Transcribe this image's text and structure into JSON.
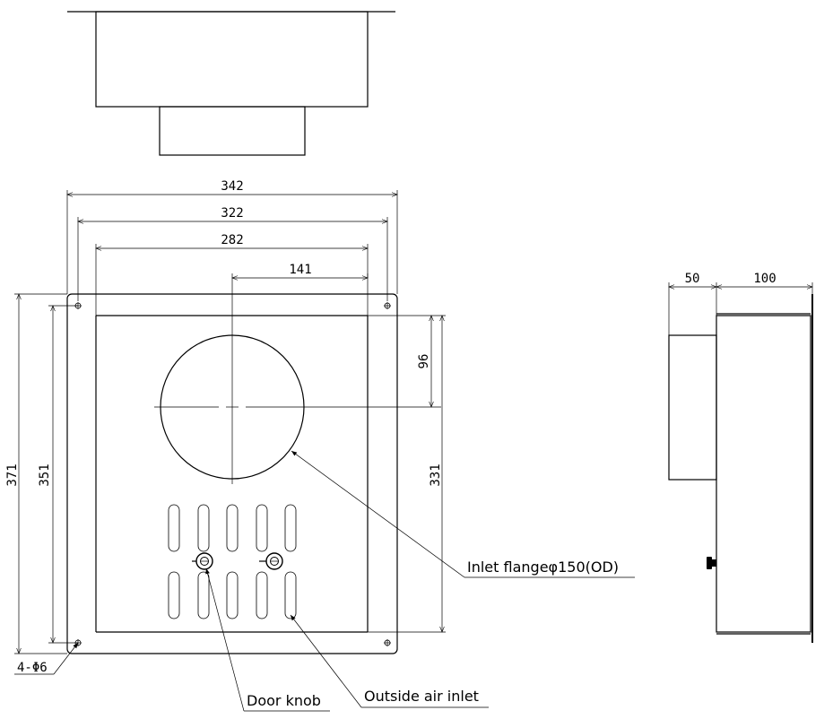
{
  "dimensions": {
    "d342": "342",
    "d322": "322",
    "d282": "282",
    "d141": "141",
    "d371": "371",
    "d351": "351",
    "d331": "331",
    "d96": "96",
    "d50": "50",
    "d100": "100",
    "holes": "4-Φ6"
  },
  "labels": {
    "inlet": "Inlet flangeφ150(OD)",
    "door_knob": "Door knob",
    "air_inlet": "Outside air inlet"
  }
}
